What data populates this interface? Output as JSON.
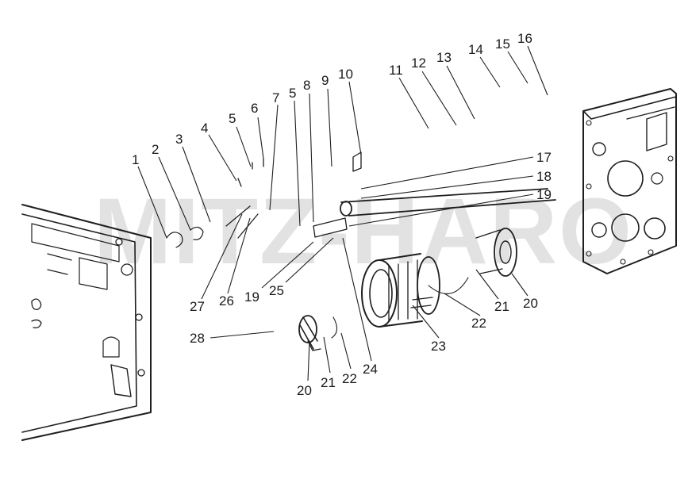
{
  "watermark": "MITZ-HARO",
  "callouts": [
    "1",
    "2",
    "3",
    "4",
    "5",
    "6",
    "7",
    "5",
    "8",
    "9",
    "10",
    "11",
    "12",
    "13",
    "14",
    "15",
    "16",
    "17",
    "18",
    "19",
    "19",
    "25",
    "27",
    "26",
    "22",
    "21",
    "20",
    "23",
    "24",
    "28",
    "20",
    "21",
    "22"
  ],
  "colors": {
    "ink": "#1e1e1e",
    "watermark": "#e2e2e2",
    "paper": "#ffffff"
  }
}
